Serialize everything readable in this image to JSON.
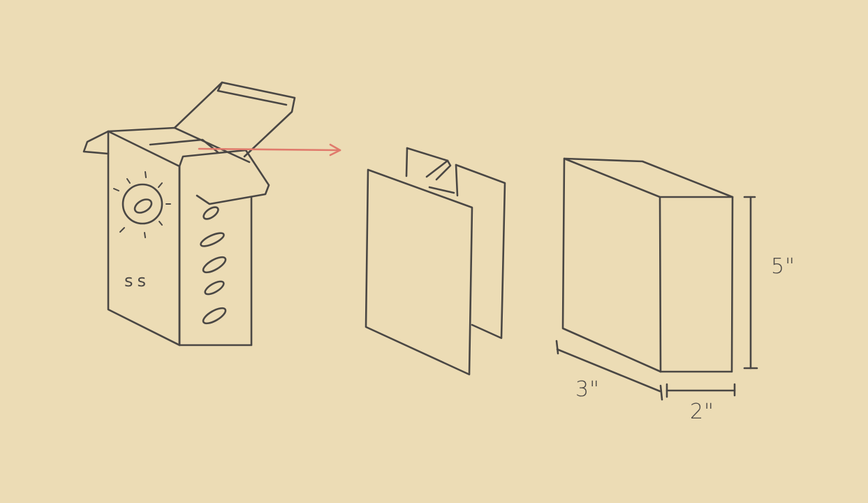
{
  "diagram": {
    "carton_print": "ss",
    "dimensions": {
      "depth": "3\"",
      "width": "2\"",
      "height": "5\""
    },
    "colors": {
      "background": "#ecdcb5",
      "ink": "#4a4744",
      "arrow": "#e07a6c"
    }
  }
}
